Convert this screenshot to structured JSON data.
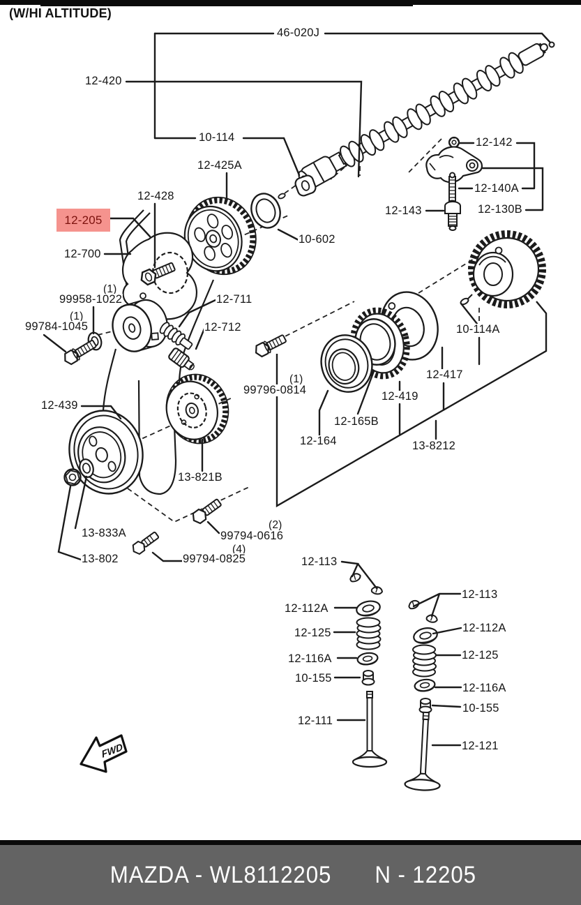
{
  "window": {
    "title": "(W/HI ALTITUDE)"
  },
  "diagram": {
    "highlighted_part": {
      "label": "12-205",
      "bg_color": "#f5938e",
      "text_color": "#7c120e"
    },
    "fwd_marker": "FWD",
    "parts": {
      "p46_020j": "46-020J",
      "p12_420": "12-420",
      "p10_114": "10-114",
      "p12_425a": "12-425A",
      "p12_428": "12-428",
      "p12_700": "12-700",
      "p99958_1022": "99958-1022",
      "p99784_1045": "99784-1045",
      "p12_711": "12-711",
      "p12_712": "12-712",
      "p10_602": "10-602",
      "p12_142": "12-142",
      "p12_140a": "12-140A",
      "p12_143": "12-143",
      "p12_130b": "12-130B",
      "p10_114a": "10-114A",
      "p12_439": "12-439",
      "p13_821b": "13-821B",
      "p13_833a": "13-833A",
      "p13_802": "13-802",
      "p99794_0616": "99794-0616",
      "p99794_0825": "99794-0825",
      "p99796_0814": "99796-0814",
      "p12_164": "12-164",
      "p12_165b": "12-165B",
      "p12_419": "12-419",
      "p12_417": "12-417",
      "p13_8212": "13-8212",
      "p12_113": "12-113",
      "p12_112a": "12-112A",
      "p12_125": "12-125",
      "p12_116a": "12-116A",
      "p10_155": "10-155",
      "p12_111": "12-111",
      "p12_121": "12-121"
    },
    "qty_markers": {
      "q1": "(1)",
      "q2": "(2)",
      "q4": "(4)"
    }
  },
  "footer": {
    "left_text": "MAZDA - WL8112205",
    "right_text": "N - 12205",
    "bar_color": "#636363",
    "text_color": "#ffffff"
  }
}
